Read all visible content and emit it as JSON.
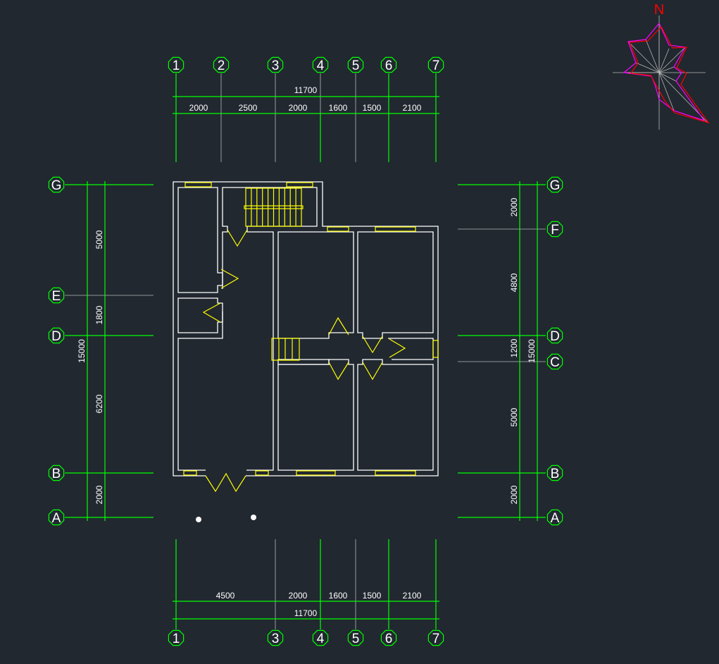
{
  "drawing": {
    "north_label": "N",
    "columns": [
      "1",
      "2",
      "3",
      "4",
      "5",
      "6",
      "7"
    ],
    "rows": [
      "G",
      "F",
      "E",
      "D",
      "C",
      "B",
      "A"
    ],
    "top_dims": {
      "total": "11700",
      "segments": [
        "2000",
        "2500",
        "2000",
        "1600",
        "1500",
        "2100"
      ]
    },
    "bottom_dims": {
      "total": "11700",
      "segments": [
        "4500",
        "2000",
        "1600",
        "1500",
        "2100"
      ]
    },
    "left_dims": {
      "total": "15000",
      "segments": [
        "5000",
        "1800",
        "6200",
        "2000"
      ]
    },
    "right_dims": {
      "total": "15000",
      "segments": [
        "2000",
        "4800",
        "1200",
        "5000",
        "2000"
      ]
    },
    "colors": {
      "background": "#212830",
      "axis": "#00ff00",
      "wall": "#ffffff",
      "opening": "#ffff00",
      "wind_rose_a": "#ff00ff",
      "wind_rose_b": "#ff0000"
    }
  }
}
